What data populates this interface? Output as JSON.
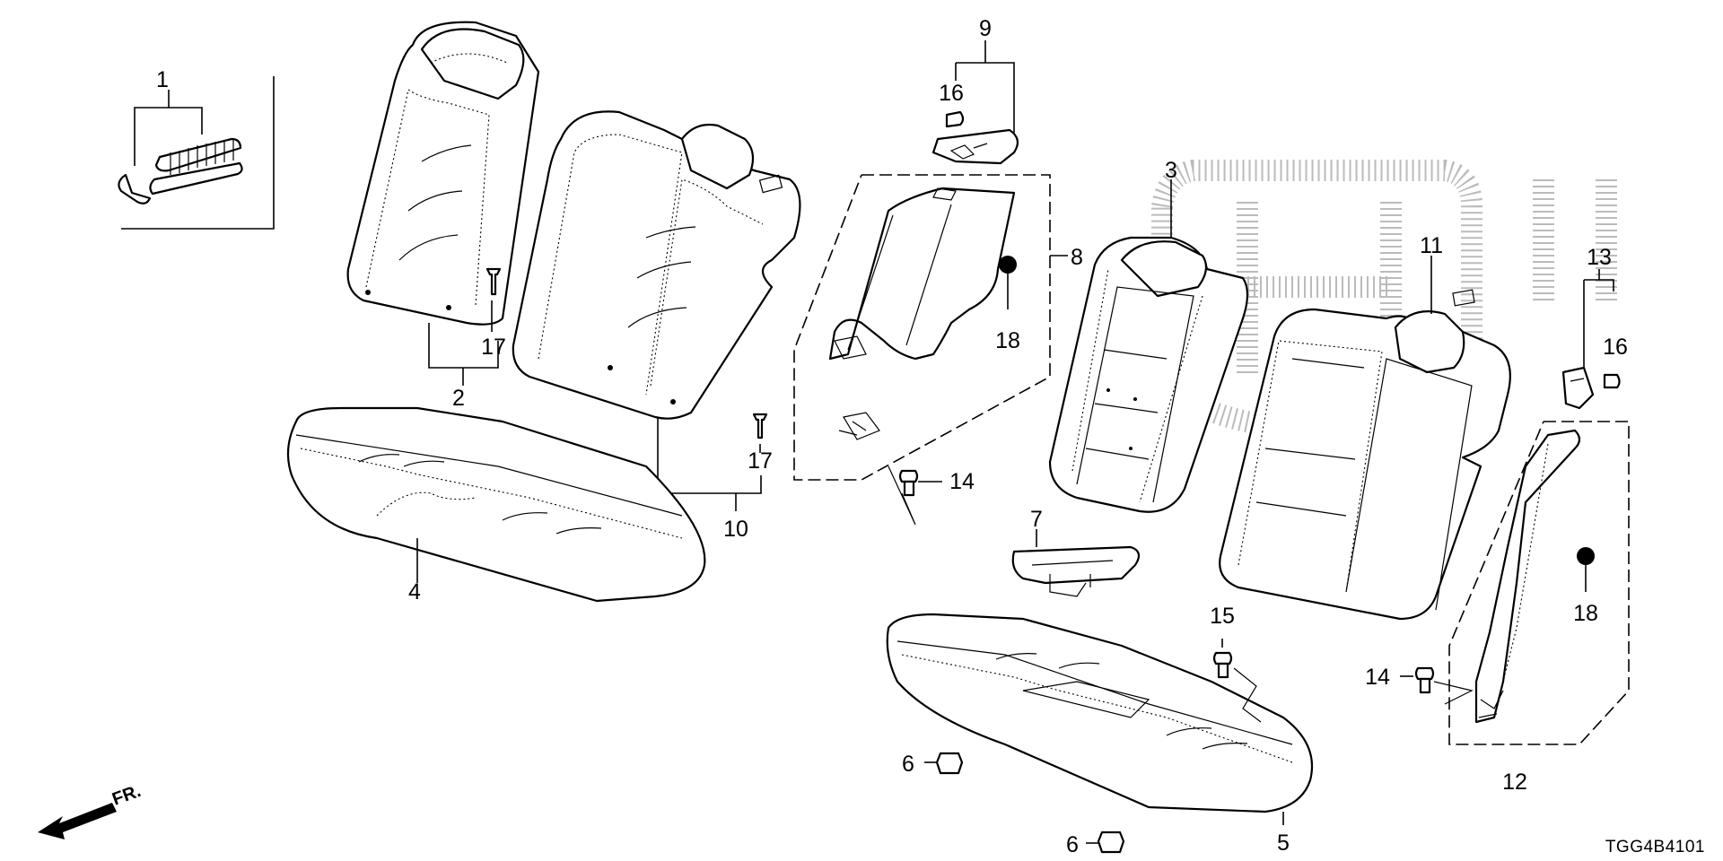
{
  "callouts": [
    {
      "id": "c1",
      "text": "1"
    },
    {
      "id": "c2",
      "text": "2"
    },
    {
      "id": "c3",
      "text": "3"
    },
    {
      "id": "c4",
      "text": "4"
    },
    {
      "id": "c5",
      "text": "5"
    },
    {
      "id": "c6a",
      "text": "6"
    },
    {
      "id": "c6b",
      "text": "6"
    },
    {
      "id": "c7",
      "text": "7"
    },
    {
      "id": "c8",
      "text": "8"
    },
    {
      "id": "c9",
      "text": "9"
    },
    {
      "id": "c10",
      "text": "10"
    },
    {
      "id": "c11",
      "text": "11"
    },
    {
      "id": "c12",
      "text": "12"
    },
    {
      "id": "c13",
      "text": "13"
    },
    {
      "id": "c14a",
      "text": "14"
    },
    {
      "id": "c14b",
      "text": "14"
    },
    {
      "id": "c15",
      "text": "15"
    },
    {
      "id": "c16a",
      "text": "16"
    },
    {
      "id": "c16b",
      "text": "16"
    },
    {
      "id": "c17a",
      "text": "17"
    },
    {
      "id": "c17b",
      "text": "17"
    },
    {
      "id": "c18a",
      "text": "18"
    },
    {
      "id": "c18b",
      "text": "18"
    }
  ],
  "front_indicator": "FR.",
  "diagram_code": "TGG4B4101"
}
